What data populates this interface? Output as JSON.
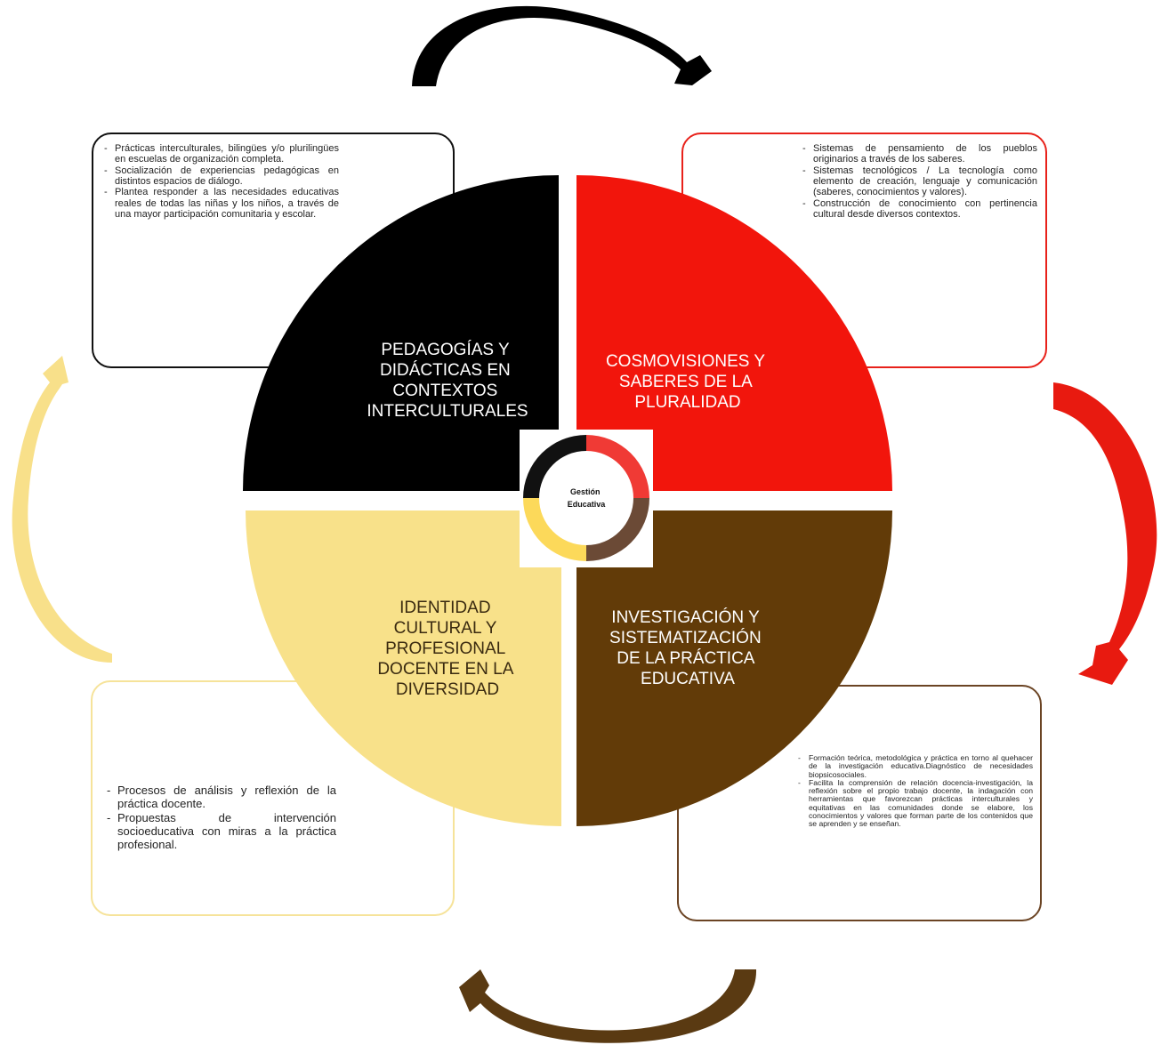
{
  "center": {
    "title_line1": "Gestión",
    "title_line2": "Educativa"
  },
  "quadrants": {
    "top_left": {
      "color": "#000000",
      "text_color": "#ffffff",
      "lines": [
        "PEDAGOGÍAS Y",
        "DIDÁCTICAS EN",
        "CONTEXTOS",
        "INTERCULTURALES"
      ]
    },
    "top_right": {
      "color": "#f2150c",
      "text_color": "#ffffff",
      "lines": [
        "COSMOVISIONES Y",
        "SABERES DE LA",
        "PLURALIDAD"
      ]
    },
    "bottom_left": {
      "color": "#f8e18a",
      "text_color": "#3a2a10",
      "lines": [
        "IDENTIDAD",
        "CULTURAL Y",
        "PROFESIONAL",
        "DOCENTE EN LA",
        "DIVERSIDAD"
      ]
    },
    "bottom_right": {
      "color": "#623b08",
      "text_color": "#ffffff",
      "lines": [
        "INVESTIGACIÓN Y",
        "SISTEMATIZACIÓN",
        "DE LA PRÁCTICA",
        "EDUCATIVA"
      ]
    }
  },
  "boxes": {
    "top_left": {
      "border_color": "#111111",
      "items": [
        "Prácticas interculturales, bilingües y/o plurilingües en escuelas de organización completa.",
        "Socialización de experiencias pedagógicas en distintos espacios de diálogo.",
        "Plantea responder a las necesidades educativas reales de todas las niñas y los niños, a través de una mayor participación comunitaria y escolar."
      ]
    },
    "top_right": {
      "border_color": "#e8211a",
      "items": [
        "Sistemas de pensamiento de los pueblos originarios a través de los saberes.",
        "Sistemas tecnológicos / La tecnología como elemento de creación, lenguaje y comunicación (saberes, conocimientos y valores).",
        "Construcción de conocimiento con pertinencia cultural desde diversos contextos."
      ]
    },
    "bottom_left": {
      "border_color": "#f6e39a",
      "items": [
        "Procesos de análisis y reflexión de la práctica docente.",
        "Propuestas de intervención socioeducativa con miras a la práctica profesional."
      ]
    },
    "bottom_right": {
      "border_color": "#6b4424",
      "items": [
        "Formación teórica, metodológica y práctica en torno al quehacer de la investigación educativa.Diagnóstico de necesidades biopsicosociales.",
        "Facilita la comprensión de relación docencia-investigación, la reflexión sobre el propio trabajo docente, la indagación con herramientas que favorezcan prácticas interculturales y equitativas en las comunidades donde se elabore, los conocimientos y valores que forman parte de los contenidos que se aprenden y se enseñan."
      ]
    }
  },
  "arrows": {
    "top": "#000000",
    "right": "#e81a10",
    "bottom": "#5a3a12",
    "left": "#f8e08a"
  },
  "ring_colors": {
    "black": "#111111",
    "red": "#f03a35",
    "brown": "#6b4a36",
    "yellow": "#fcd95a"
  }
}
